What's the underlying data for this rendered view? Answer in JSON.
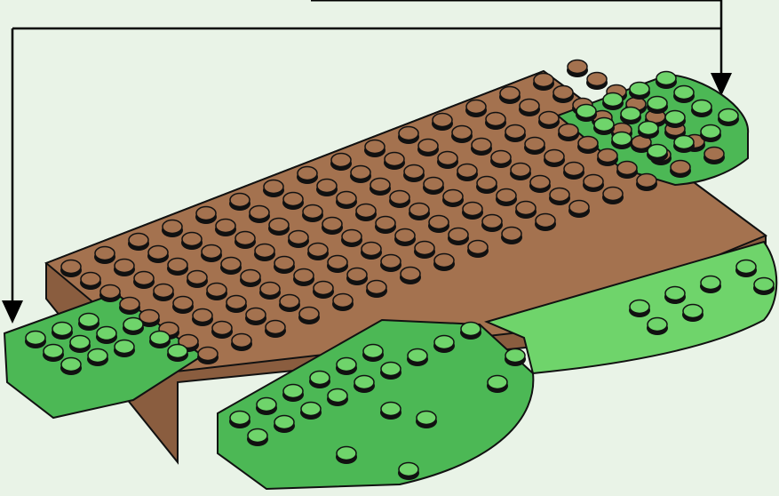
{
  "figure": {
    "subject": "brick-baseplate-assembly",
    "colors": {
      "background": "#e9f3e7",
      "brown": "#a4724f",
      "brown_shade": "#8a5d3f",
      "green": "#4cb855",
      "green_light": "#6fd46b",
      "green_shade": "#2f8c37",
      "outline": "#111111",
      "arrow": "#000000"
    },
    "callout": {
      "arrow_count": 2,
      "arrow_targets": [
        "left-green-piece",
        "upper-right-green-piece"
      ]
    }
  }
}
